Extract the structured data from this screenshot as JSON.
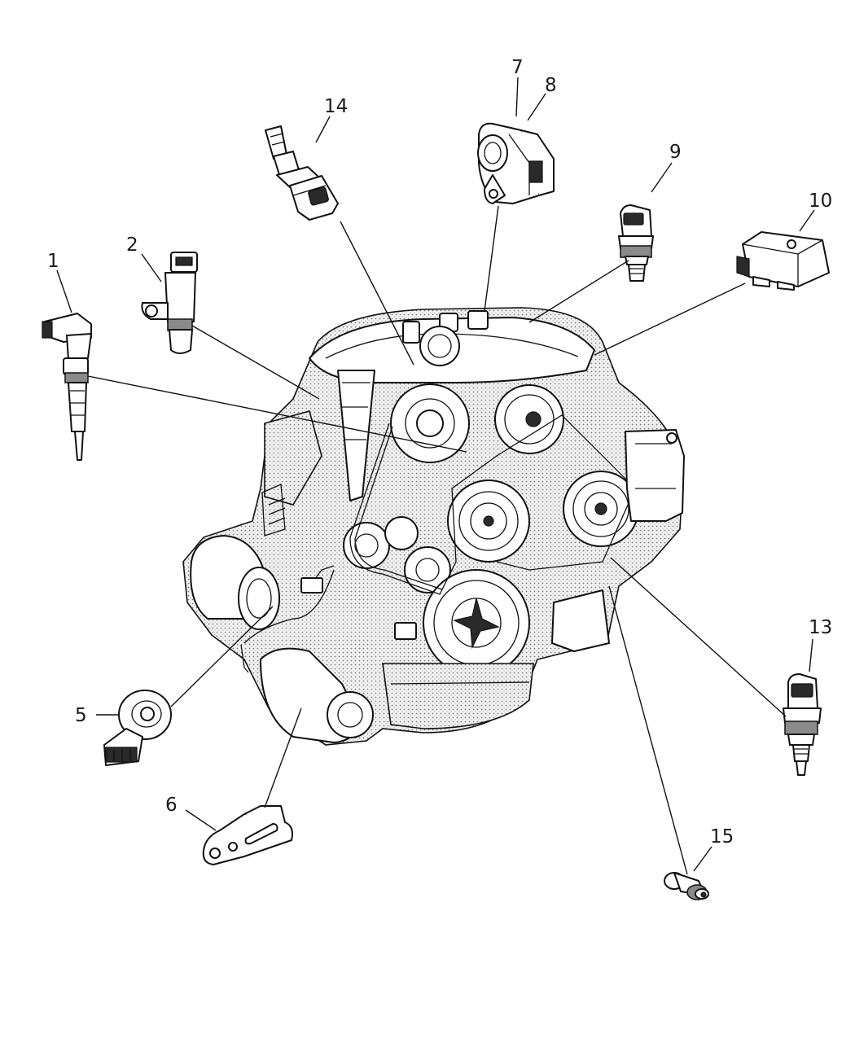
{
  "diagram": {
    "callouts": [
      {
        "id": "1",
        "label": "1"
      },
      {
        "id": "2",
        "label": "2"
      },
      {
        "id": "5",
        "label": "5"
      },
      {
        "id": "6",
        "label": "6"
      },
      {
        "id": "7",
        "label": "7"
      },
      {
        "id": "8",
        "label": "8"
      },
      {
        "id": "9",
        "label": "9"
      },
      {
        "id": "10",
        "label": "10"
      },
      {
        "id": "13",
        "label": "13"
      },
      {
        "id": "14",
        "label": "14"
      },
      {
        "id": "15",
        "label": "15"
      }
    ],
    "parts": [
      {
        "callout": "1",
        "icon": "ignition-coil-icon"
      },
      {
        "callout": "2",
        "icon": "camshaft-sensor-icon"
      },
      {
        "callout": "5",
        "icon": "knock-sensor-icon"
      },
      {
        "callout": "6",
        "icon": "mounting-bracket-icon"
      },
      {
        "callout": "7",
        "icon": "throttle-position-sensor-icon"
      },
      {
        "callout": "8",
        "icon": "throttle-position-sensor-icon"
      },
      {
        "callout": "9",
        "icon": "temperature-sensor-icon"
      },
      {
        "callout": "10",
        "icon": "map-sensor-icon"
      },
      {
        "callout": "13",
        "icon": "coolant-sensor-icon"
      },
      {
        "callout": "14",
        "icon": "air-temperature-sensor-icon"
      },
      {
        "callout": "15",
        "icon": "pressure-switch-icon"
      }
    ]
  }
}
